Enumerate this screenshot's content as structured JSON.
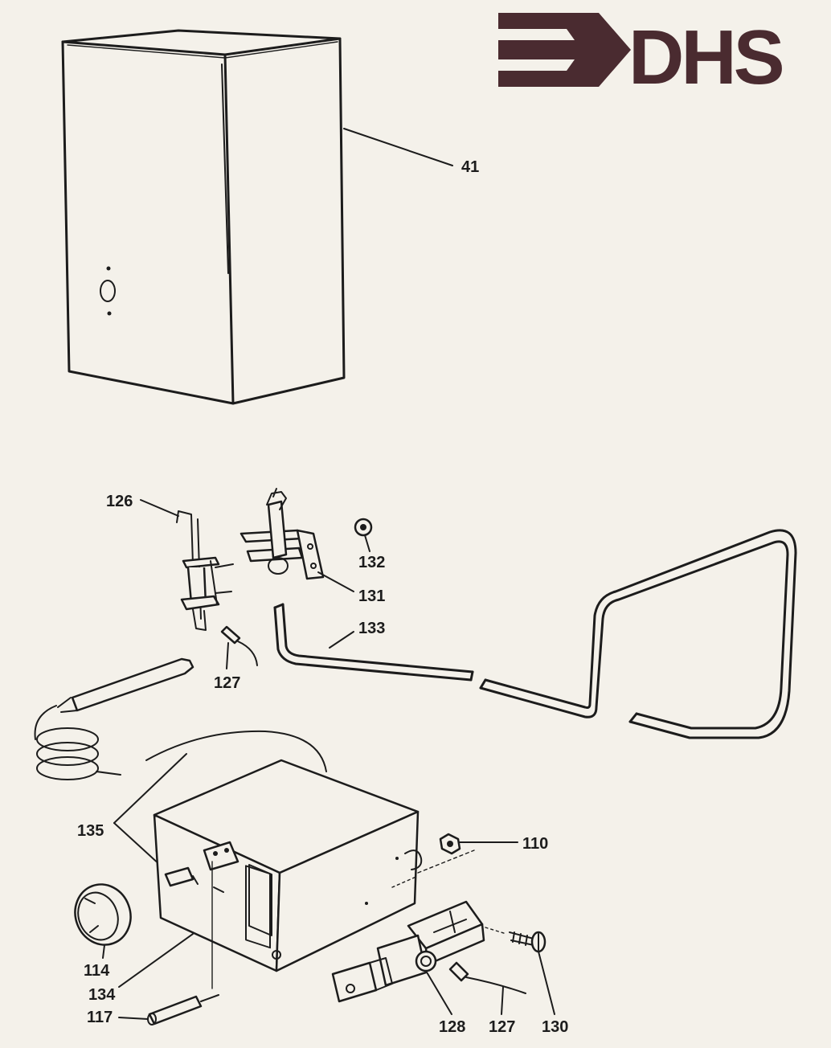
{
  "logo": {
    "text": "DHS",
    "color": "#4a2b30"
  },
  "callouts": {
    "c41": "41",
    "c126": "126",
    "c132": "132",
    "c131": "131",
    "c133": "133",
    "c127a": "127",
    "c135": "135",
    "c110": "110",
    "c114": "114",
    "c134": "134",
    "c117": "117",
    "c128": "128",
    "c127b": "127",
    "c130": "130"
  },
  "colors": {
    "ink": "#1c1c1c",
    "paper": "#f4f1ea"
  }
}
